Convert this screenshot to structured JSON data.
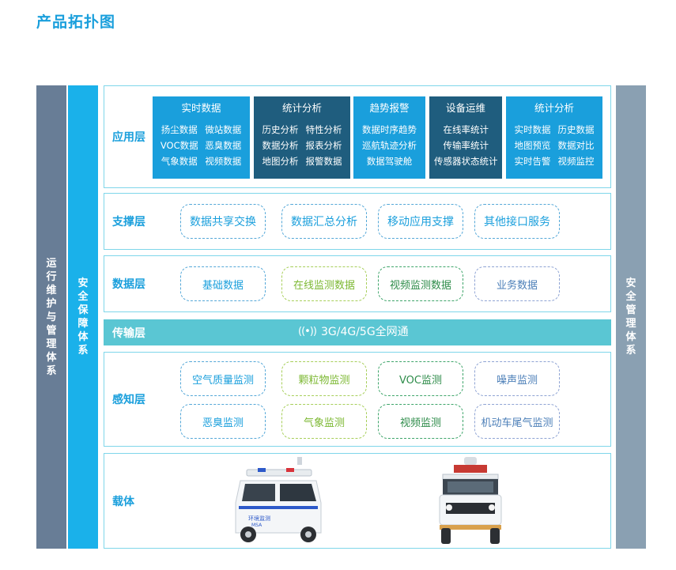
{
  "title": "产品拓扑图",
  "left_bars": {
    "ops": "运行维护与管理体系",
    "security": "安全保障体系"
  },
  "right_bar": "安全管理体系",
  "layers": {
    "application": {
      "label": "应用层",
      "cards": [
        {
          "title": "实时数据",
          "items": [
            "扬尘数据",
            "微站数据",
            "VOC数据",
            "恶臭数据",
            "气象数据",
            "视频数据"
          ],
          "color": "#1a9fdc"
        },
        {
          "title": "统计分析",
          "items": [
            "历史分析",
            "特性分析",
            "数据分析",
            "报表分析",
            "地图分析",
            "报警数据"
          ],
          "color": "#1f5d7e"
        },
        {
          "title": "趋势报警",
          "items": [
            "数据时序趋势",
            "巡航轨迹分析",
            "数据驾驶舱"
          ],
          "color": "#1a9fdc"
        },
        {
          "title": "设备运维",
          "items": [
            "在线率统计",
            "传输率统计",
            "传感器状态统计"
          ],
          "color": "#1f5d7e"
        },
        {
          "title": "统计分析",
          "items": [
            "实时数据",
            "历史数据",
            "地图预览",
            "数据对比",
            "实时告警",
            "视频监控"
          ],
          "color": "#1a9fdc"
        }
      ]
    },
    "support": {
      "label": "支撑层",
      "items": [
        "数据共享交换",
        "数据汇总分析",
        "移动应用支撑",
        "其他接口服务"
      ]
    },
    "data": {
      "label": "数据层",
      "items": [
        "基础数据",
        "在线监测数据",
        "视频监测数据",
        "业务数据"
      ]
    },
    "transport": {
      "label": "传输层",
      "icon": "wireless-signal-icon",
      "text": "3G/4G/5G全网通"
    },
    "sensing": {
      "label": "感知层",
      "items": [
        "空气质量监测",
        "颗粒物监测",
        "VOC监测",
        "噪声监测",
        "恶臭监测",
        "气象监测",
        "视频监测",
        "机动车尾气监测"
      ]
    },
    "carrier": {
      "label": "载体",
      "vehicles": [
        "patrol-car-icon",
        "monitoring-vehicle-icon"
      ],
      "car_badge": "环境监测",
      "car_text": "MSA"
    }
  }
}
